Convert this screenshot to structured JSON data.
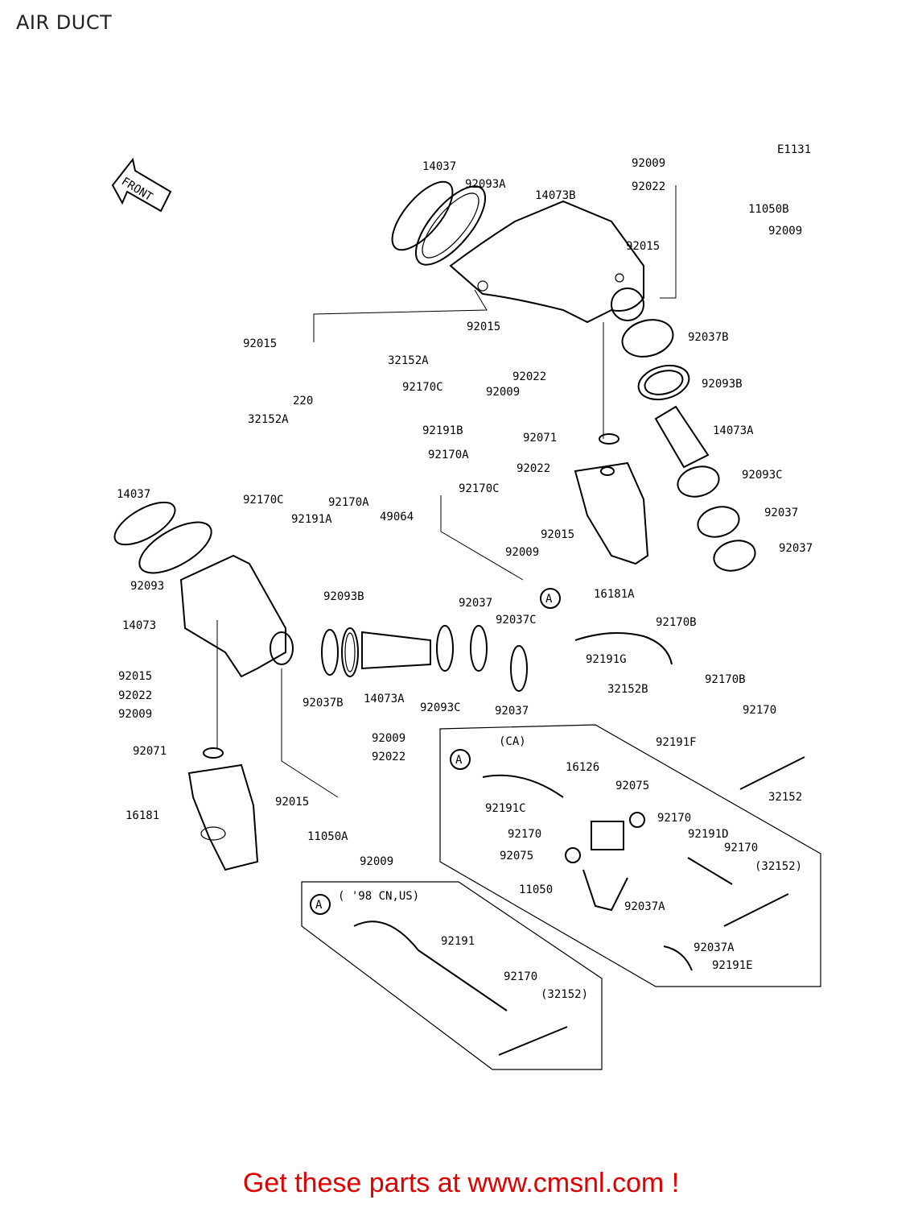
{
  "page": {
    "title": "AIR DUCT",
    "footer": "Get these parts at www.cmsnl.com !",
    "accent": "#e00000"
  },
  "diagram": {
    "code": "E1131",
    "front_label": "FRONT",
    "group_labels": {
      "ca": "(CA)",
      "cn_us": "( '98 CN,US)",
      "callout": "A"
    },
    "parts": [
      {
        "id": "p1",
        "label": "14037"
      },
      {
        "id": "p2",
        "label": "92093A"
      },
      {
        "id": "p3",
        "label": "14073B"
      },
      {
        "id": "p4",
        "label": "92009"
      },
      {
        "id": "p5",
        "label": "92022"
      },
      {
        "id": "p6",
        "label": "11050B"
      },
      {
        "id": "p7",
        "label": "92009"
      },
      {
        "id": "p8",
        "label": "92015"
      },
      {
        "id": "p9",
        "label": "92015"
      },
      {
        "id": "p10",
        "label": "92015"
      },
      {
        "id": "p11",
        "label": "32152A"
      },
      {
        "id": "p12",
        "label": "92022"
      },
      {
        "id": "p13",
        "label": "92009"
      },
      {
        "id": "p14",
        "label": "92037B"
      },
      {
        "id": "p15",
        "label": "92093B"
      },
      {
        "id": "p16",
        "label": "220"
      },
      {
        "id": "p17",
        "label": "92170C"
      },
      {
        "id": "p18",
        "label": "92191B"
      },
      {
        "id": "p19",
        "label": "14073A"
      },
      {
        "id": "p20",
        "label": "32152A"
      },
      {
        "id": "p21",
        "label": "92071"
      },
      {
        "id": "p22",
        "label": "92170A"
      },
      {
        "id": "p23",
        "label": "92022"
      },
      {
        "id": "p24",
        "label": "92093C"
      },
      {
        "id": "p25",
        "label": "92170C"
      },
      {
        "id": "p26",
        "label": "92170C"
      },
      {
        "id": "p27",
        "label": "92170A"
      },
      {
        "id": "p28",
        "label": "49064"
      },
      {
        "id": "p29",
        "label": "92191A"
      },
      {
        "id": "p30",
        "label": "92015"
      },
      {
        "id": "p31",
        "label": "92037"
      },
      {
        "id": "p32",
        "label": "92009"
      },
      {
        "id": "p33",
        "label": "92037"
      },
      {
        "id": "p34",
        "label": "14037"
      },
      {
        "id": "p35",
        "label": "92093"
      },
      {
        "id": "p36",
        "label": "16181A"
      },
      {
        "id": "p37",
        "label": "92093B"
      },
      {
        "id": "p38",
        "label": "92037"
      },
      {
        "id": "p39",
        "label": "92037C"
      },
      {
        "id": "p40",
        "label": "14073"
      },
      {
        "id": "p41",
        "label": "92170B"
      },
      {
        "id": "p42",
        "label": "92191G"
      },
      {
        "id": "p43",
        "label": "92015"
      },
      {
        "id": "p44",
        "label": "32152B"
      },
      {
        "id": "p45",
        "label": "92170B"
      },
      {
        "id": "p46",
        "label": "92022"
      },
      {
        "id": "p47",
        "label": "92037B"
      },
      {
        "id": "p48",
        "label": "14073A"
      },
      {
        "id": "p49",
        "label": "92093C"
      },
      {
        "id": "p50",
        "label": "92037"
      },
      {
        "id": "p51",
        "label": "92170"
      },
      {
        "id": "p52",
        "label": "92009"
      },
      {
        "id": "p53",
        "label": "92009"
      },
      {
        "id": "p54",
        "label": "92191F"
      },
      {
        "id": "p55",
        "label": "92022"
      },
      {
        "id": "p56",
        "label": "92071"
      },
      {
        "id": "p57",
        "label": "16126"
      },
      {
        "id": "p58",
        "label": "32152"
      },
      {
        "id": "p59",
        "label": "92075"
      },
      {
        "id": "p60",
        "label": "92191C"
      },
      {
        "id": "p61",
        "label": "92015"
      },
      {
        "id": "p62",
        "label": "16181"
      },
      {
        "id": "p63",
        "label": "92170"
      },
      {
        "id": "p64",
        "label": "92170"
      },
      {
        "id": "p65",
        "label": "92191D"
      },
      {
        "id": "p66",
        "label": "11050A"
      },
      {
        "id": "p67",
        "label": "92075"
      },
      {
        "id": "p68",
        "label": "92170"
      },
      {
        "id": "p69",
        "label": "(32152)"
      },
      {
        "id": "p70",
        "label": "92009"
      },
      {
        "id": "p71",
        "label": "11050"
      },
      {
        "id": "p72",
        "label": "92037A"
      },
      {
        "id": "p73",
        "label": "92037A"
      },
      {
        "id": "p74",
        "label": "92191E"
      },
      {
        "id": "p75",
        "label": "92191"
      },
      {
        "id": "p76",
        "label": "92170"
      },
      {
        "id": "p77",
        "label": "(32152)"
      }
    ]
  }
}
